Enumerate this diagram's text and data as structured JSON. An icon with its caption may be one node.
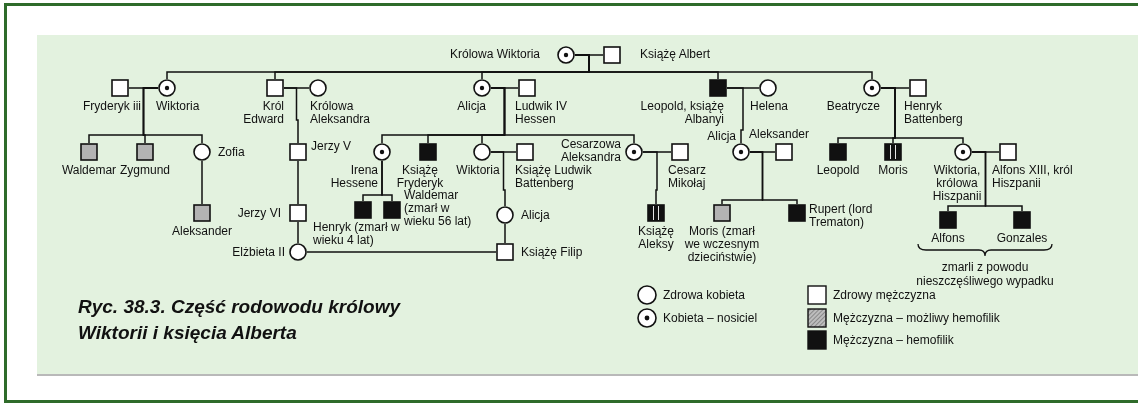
{
  "diagram": {
    "caption": "Ryc. 38.3. Część rodowodu królowy Wiktorii i księcia Alberta",
    "nodes": [
      {
        "text": [
          "Królowa Wiktoria"
        ]
      },
      {
        "text": [
          "Książę Albert"
        ]
      },
      {
        "text": [
          "Fryderyk iii"
        ]
      },
      {
        "text": [
          "Wiktoria"
        ]
      },
      {
        "text": [
          "Król Edward"
        ]
      },
      {
        "text": [
          "Królowa Aleksandra"
        ]
      },
      {
        "text": [
          "Alicja"
        ]
      },
      {
        "text": [
          "Ludwik IV Hessen"
        ]
      },
      {
        "text": [
          "Leopold, książę Albanyi"
        ]
      },
      {
        "text": [
          "Helena"
        ]
      },
      {
        "text": [
          "Beatrycze"
        ]
      },
      {
        "text": [
          "Henryk Battenberg"
        ]
      },
      {
        "text": [
          "Waldemar"
        ]
      },
      {
        "text": [
          "Zygmund"
        ]
      },
      {
        "text": [
          "Zofia"
        ]
      },
      {
        "text": [
          "Jerzy V"
        ]
      },
      {
        "text": [
          "Irena Hessene"
        ]
      },
      {
        "text": [
          "Książę Fryderyk"
        ]
      },
      {
        "text": [
          "Wiktoria"
        ]
      },
      {
        "text": [
          "Książę Ludwik Battenberg"
        ]
      },
      {
        "text": [
          "Cesarzowa Aleksandra"
        ]
      },
      {
        "text": [
          "Cesarz Mikołaj"
        ]
      },
      {
        "text": [
          "Alicja"
        ]
      },
      {
        "text": [
          "Aleksander"
        ]
      },
      {
        "text": [
          "Leopold"
        ]
      },
      {
        "text": [
          "Moris"
        ]
      },
      {
        "text": [
          "Wiktoria, królowa Hiszpanii"
        ]
      },
      {
        "text": [
          "Alfons XIII, król Hiszpanii"
        ]
      },
      {
        "text": [
          "Aleksander"
        ]
      },
      {
        "text": [
          "Jerzy VI"
        ]
      },
      {
        "text": [
          "Henryk (zmarł w wieku 4 lat)"
        ]
      },
      {
        "text": [
          "Waldemar (zmarł w wieku 56 lat)"
        ]
      },
      {
        "text": [
          "Alicja"
        ]
      },
      {
        "text": [
          "Książę Aleksy"
        ]
      },
      {
        "text": [
          "Moris (zmarł we wczesnym dzieciństwie)"
        ]
      },
      {
        "text": [
          "Rupert (lord Trematon)"
        ]
      },
      {
        "text": [
          "Alfons"
        ]
      },
      {
        "text": [
          "Gonzales"
        ]
      },
      {
        "text": [
          "Elżbieta II"
        ]
      },
      {
        "text": [
          "Książę Filip"
        ]
      }
    ],
    "edges": [
      {
        "from": 0,
        "to": 1,
        "arrow": "none"
      },
      {
        "from": 0,
        "to": 3,
        "arrow": "none"
      },
      {
        "from": 0,
        "to": 4,
        "arrow": "none"
      },
      {
        "from": 0,
        "to": 6,
        "arrow": "none"
      },
      {
        "from": 0,
        "to": 8,
        "arrow": "none"
      },
      {
        "from": 0,
        "to": 10,
        "arrow": "none"
      },
      {
        "from": 2,
        "to": 3,
        "arrow": "none"
      },
      {
        "from": 3,
        "to": 12,
        "arrow": "none"
      },
      {
        "from": 3,
        "to": 13,
        "arrow": "none"
      },
      {
        "from": 3,
        "to": 14,
        "arrow": "none"
      },
      {
        "from": 4,
        "to": 5,
        "arrow": "none"
      },
      {
        "from": 4,
        "to": 15,
        "arrow": "none"
      },
      {
        "from": 6,
        "to": 7,
        "arrow": "none"
      },
      {
        "from": 6,
        "to": 16,
        "arrow": "none"
      },
      {
        "from": 6,
        "to": 17,
        "arrow": "none"
      },
      {
        "from": 6,
        "to": 18,
        "arrow": "none"
      },
      {
        "from": 6,
        "to": 20,
        "arrow": "none"
      },
      {
        "from": 8,
        "to": 9,
        "arrow": "none"
      },
      {
        "from": 8,
        "to": 22,
        "arrow": "none"
      },
      {
        "from": 10,
        "to": 11,
        "arrow": "none"
      },
      {
        "from": 10,
        "to": 24,
        "arrow": "none"
      },
      {
        "from": 10,
        "to": 25,
        "arrow": "none"
      },
      {
        "from": 10,
        "to": 26,
        "arrow": "none"
      },
      {
        "from": 14,
        "to": 28,
        "arrow": "none"
      },
      {
        "from": 15,
        "to": 29,
        "arrow": "none"
      },
      {
        "from": 29,
        "to": 38,
        "arrow": "none"
      },
      {
        "from": 16,
        "to": 30,
        "arrow": "none"
      },
      {
        "from": 16,
        "to": 31,
        "arrow": "none"
      },
      {
        "from": 18,
        "to": 19,
        "arrow": "none"
      },
      {
        "from": 18,
        "to": 32,
        "arrow": "none"
      },
      {
        "from": 20,
        "to": 21,
        "arrow": "none"
      },
      {
        "from": 20,
        "to": 33,
        "arrow": "none"
      },
      {
        "from": 22,
        "to": 23,
        "arrow": "none"
      },
      {
        "from": 22,
        "to": 34,
        "arrow": "none"
      },
      {
        "from": 22,
        "to": 35,
        "arrow": "none"
      },
      {
        "from": 26,
        "to": 27,
        "arrow": "none"
      },
      {
        "from": 26,
        "to": 36,
        "arrow": "none"
      },
      {
        "from": 26,
        "to": 37,
        "arrow": "none"
      },
      {
        "from": 32,
        "to": 39,
        "arrow": "none"
      },
      {
        "from": 38,
        "to": 39,
        "arrow": "none"
      }
    ],
    "labels": [
      "zmarli z powodu nieszczęśliwego wypadku"
    ],
    "legend": [
      {
        "text": "Zdrowa kobieta"
      },
      {
        "text": "Kobieta – nosiciel"
      },
      {
        "text": "Zdrowy mężczyzna"
      },
      {
        "text": "Mężczyzna – możliwy hemofilik"
      },
      {
        "text": "Mężczyzna – hemofilik"
      }
    ]
  }
}
